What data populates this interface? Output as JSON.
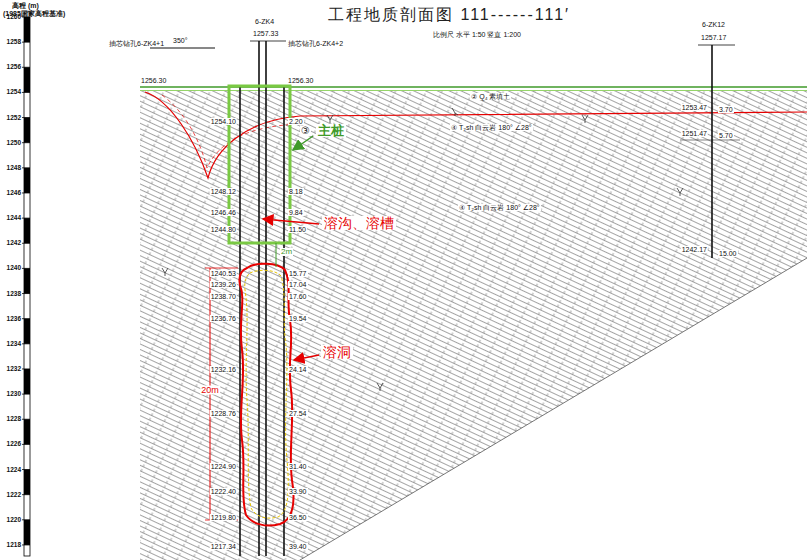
{
  "diagram": {
    "title": "工程地质剖面图 111------111′",
    "labels": [
      "高程 (m)",
      "(1985国家高程基准)",
      "1260",
      "1258",
      "1256",
      "1254",
      "1252",
      "1250",
      "1248",
      "1246",
      "1244",
      "1242",
      "1240",
      "1238",
      "1236",
      "1234",
      "1232",
      "1230",
      "1228",
      "1226",
      "1224",
      "1222",
      "1220",
      "1218",
      "350°",
      "6-ZK4",
      "1257.33",
      "抽芯钻孔6-ZK4+1",
      "1256.30",
      "抽芯钻孔6-ZK4+2",
      "1256.30",
      "比例尺 水平 1:50 竖直 1:200",
      "6-ZK12",
      "1257.17",
      "② Q₄ 素填土",
      "③",
      "主桩",
      "④ T₂sh 白云岩 180° ∠28°",
      "1253.47",
      "3.70",
      "1251.47",
      "5.70",
      "④ T₂sh 白云岩 180° ∠28°",
      "溶沟、溶槽",
      "1242.17",
      "15.00",
      "2m",
      "20m",
      "溶洞",
      "1254.10",
      "2.20",
      "1248.12",
      "8.18",
      "1246.46",
      "9.84",
      "1244.80",
      "11.50",
      "1240.53",
      "15.77",
      "1239.26",
      "17.04",
      "1238.70",
      "17.60",
      "1236.76",
      "19.54",
      "1232.16",
      "24.14",
      "1228.76",
      "27.54",
      "1224.90",
      "31.40",
      "1222.40",
      "33.90",
      "1219.80",
      "36.50",
      "1217.34",
      "39.40"
    ]
  }
}
